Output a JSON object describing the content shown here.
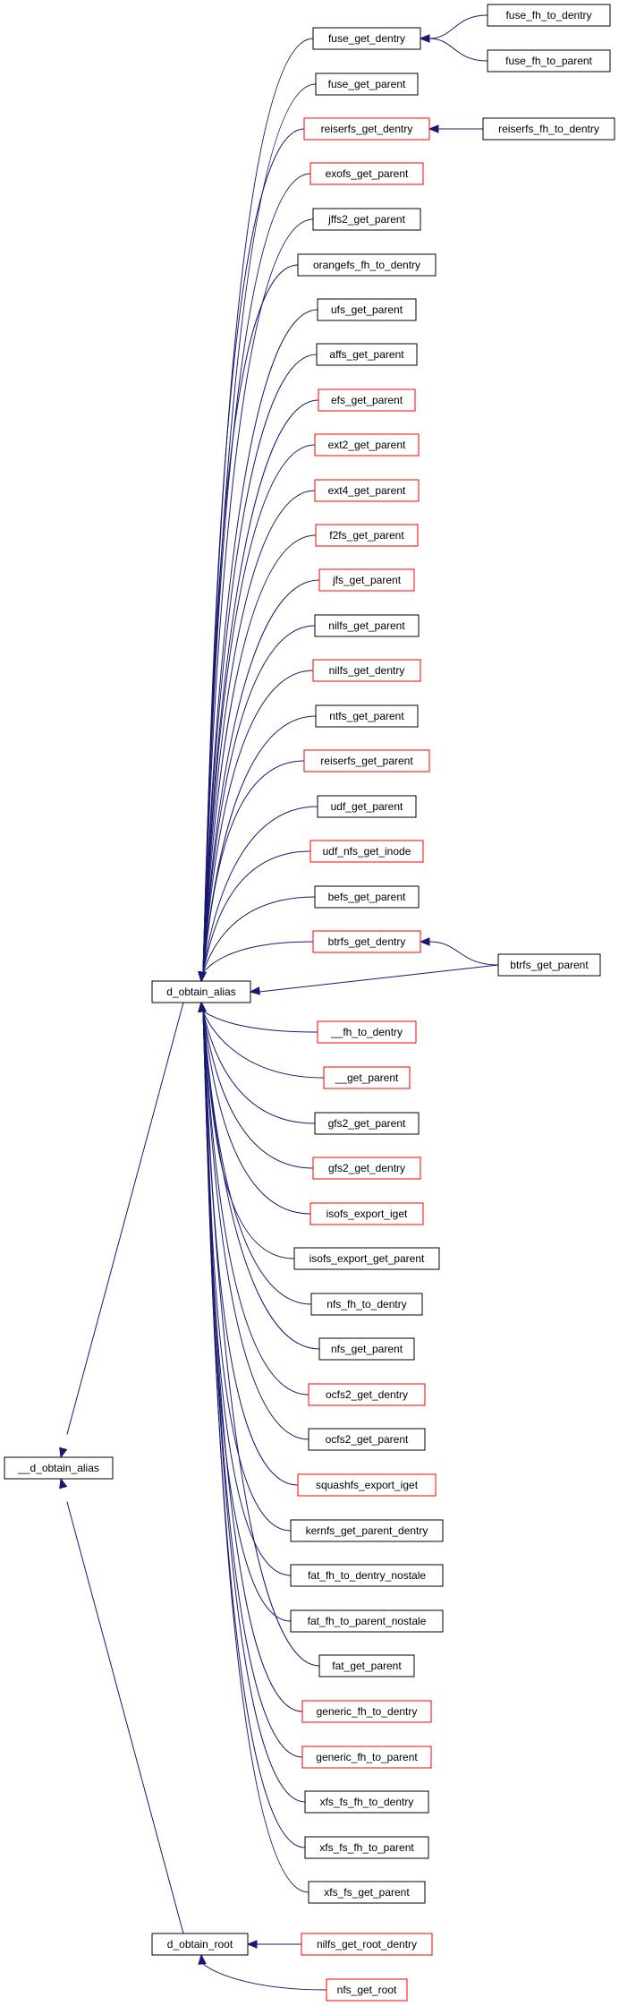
{
  "colors": {
    "edge": "#191970",
    "border_complete": "#000000",
    "border_incomplete": "#ff0000",
    "root_fill": "#bfbfbf"
  },
  "nodes": [
    {
      "id": "__d_obtain_alias",
      "label": "__d_obtain_alias",
      "style": "root"
    },
    {
      "id": "d_obtain_alias",
      "label": "d_obtain_alias",
      "style": "black"
    },
    {
      "id": "d_obtain_root",
      "label": "d_obtain_root",
      "style": "black"
    },
    {
      "id": "fuse_get_dentry",
      "label": "fuse_get_dentry",
      "style": "black"
    },
    {
      "id": "fuse_fh_to_dentry",
      "label": "fuse_fh_to_dentry",
      "style": "black"
    },
    {
      "id": "fuse_fh_to_parent",
      "label": "fuse_fh_to_parent",
      "style": "black"
    },
    {
      "id": "fuse_get_parent",
      "label": "fuse_get_parent",
      "style": "black"
    },
    {
      "id": "reiserfs_get_dentry",
      "label": "reiserfs_get_dentry",
      "style": "red"
    },
    {
      "id": "reiserfs_fh_to_dentry",
      "label": "reiserfs_fh_to_dentry",
      "style": "black"
    },
    {
      "id": "exofs_get_parent",
      "label": "exofs_get_parent",
      "style": "red"
    },
    {
      "id": "jffs2_get_parent",
      "label": "jffs2_get_parent",
      "style": "black"
    },
    {
      "id": "orangefs_fh_to_dentry",
      "label": "orangefs_fh_to_dentry",
      "style": "black"
    },
    {
      "id": "ufs_get_parent",
      "label": "ufs_get_parent",
      "style": "black"
    },
    {
      "id": "affs_get_parent",
      "label": "affs_get_parent",
      "style": "black"
    },
    {
      "id": "efs_get_parent",
      "label": "efs_get_parent",
      "style": "red"
    },
    {
      "id": "ext2_get_parent",
      "label": "ext2_get_parent",
      "style": "red"
    },
    {
      "id": "ext4_get_parent",
      "label": "ext4_get_parent",
      "style": "red"
    },
    {
      "id": "f2fs_get_parent",
      "label": "f2fs_get_parent",
      "style": "red"
    },
    {
      "id": "jfs_get_parent",
      "label": "jfs_get_parent",
      "style": "red"
    },
    {
      "id": "nilfs_get_parent",
      "label": "nilfs_get_parent",
      "style": "black"
    },
    {
      "id": "nilfs_get_dentry",
      "label": "nilfs_get_dentry",
      "style": "red"
    },
    {
      "id": "ntfs_get_parent",
      "label": "ntfs_get_parent",
      "style": "black"
    },
    {
      "id": "reiserfs_get_parent",
      "label": "reiserfs_get_parent",
      "style": "red"
    },
    {
      "id": "udf_get_parent",
      "label": "udf_get_parent",
      "style": "black"
    },
    {
      "id": "udf_nfs_get_inode",
      "label": "udf_nfs_get_inode",
      "style": "red"
    },
    {
      "id": "befs_get_parent",
      "label": "befs_get_parent",
      "style": "black"
    },
    {
      "id": "btrfs_get_dentry",
      "label": "btrfs_get_dentry",
      "style": "red"
    },
    {
      "id": "btrfs_get_parent",
      "label": "btrfs_get_parent",
      "style": "black"
    },
    {
      "id": "__fh_to_dentry",
      "label": "__fh_to_dentry",
      "style": "red"
    },
    {
      "id": "__get_parent",
      "label": "__get_parent",
      "style": "red"
    },
    {
      "id": "gfs2_get_parent",
      "label": "gfs2_get_parent",
      "style": "black"
    },
    {
      "id": "gfs2_get_dentry",
      "label": "gfs2_get_dentry",
      "style": "red"
    },
    {
      "id": "isofs_export_iget",
      "label": "isofs_export_iget",
      "style": "red"
    },
    {
      "id": "isofs_export_get_parent",
      "label": "isofs_export_get_parent",
      "style": "black"
    },
    {
      "id": "nfs_fh_to_dentry",
      "label": "nfs_fh_to_dentry",
      "style": "black"
    },
    {
      "id": "nfs_get_parent",
      "label": "nfs_get_parent",
      "style": "black"
    },
    {
      "id": "ocfs2_get_dentry",
      "label": "ocfs2_get_dentry",
      "style": "red"
    },
    {
      "id": "ocfs2_get_parent",
      "label": "ocfs2_get_parent",
      "style": "black"
    },
    {
      "id": "squashfs_export_iget",
      "label": "squashfs_export_iget",
      "style": "red"
    },
    {
      "id": "kernfs_get_parent_dentry",
      "label": "kernfs_get_parent_dentry",
      "style": "black"
    },
    {
      "id": "fat_fh_to_dentry_nostale",
      "label": "fat_fh_to_dentry_nostale",
      "style": "black"
    },
    {
      "id": "fat_fh_to_parent_nostale",
      "label": "fat_fh_to_parent_nostale",
      "style": "black"
    },
    {
      "id": "fat_get_parent",
      "label": "fat_get_parent",
      "style": "black"
    },
    {
      "id": "generic_fh_to_dentry",
      "label": "generic_fh_to_dentry",
      "style": "red"
    },
    {
      "id": "generic_fh_to_parent",
      "label": "generic_fh_to_parent",
      "style": "red"
    },
    {
      "id": "xfs_fs_fh_to_dentry",
      "label": "xfs_fs_fh_to_dentry",
      "style": "black"
    },
    {
      "id": "xfs_fs_fh_to_parent",
      "label": "xfs_fs_fh_to_parent",
      "style": "black"
    },
    {
      "id": "xfs_fs_get_parent",
      "label": "xfs_fs_get_parent",
      "style": "black"
    },
    {
      "id": "nilfs_get_root_dentry",
      "label": "nilfs_get_root_dentry",
      "style": "red"
    },
    {
      "id": "nfs_get_root",
      "label": "nfs_get_root",
      "style": "red"
    }
  ],
  "edges": [
    {
      "from": "d_obtain_alias",
      "to": "__d_obtain_alias"
    },
    {
      "from": "d_obtain_root",
      "to": "__d_obtain_alias"
    },
    {
      "from": "fuse_get_dentry",
      "to": "d_obtain_alias"
    },
    {
      "from": "fuse_get_parent",
      "to": "d_obtain_alias"
    },
    {
      "from": "reiserfs_get_dentry",
      "to": "d_obtain_alias"
    },
    {
      "from": "exofs_get_parent",
      "to": "d_obtain_alias"
    },
    {
      "from": "jffs2_get_parent",
      "to": "d_obtain_alias"
    },
    {
      "from": "orangefs_fh_to_dentry",
      "to": "d_obtain_alias"
    },
    {
      "from": "ufs_get_parent",
      "to": "d_obtain_alias"
    },
    {
      "from": "affs_get_parent",
      "to": "d_obtain_alias"
    },
    {
      "from": "efs_get_parent",
      "to": "d_obtain_alias"
    },
    {
      "from": "ext2_get_parent",
      "to": "d_obtain_alias"
    },
    {
      "from": "ext4_get_parent",
      "to": "d_obtain_alias"
    },
    {
      "from": "f2fs_get_parent",
      "to": "d_obtain_alias"
    },
    {
      "from": "jfs_get_parent",
      "to": "d_obtain_alias"
    },
    {
      "from": "nilfs_get_parent",
      "to": "d_obtain_alias"
    },
    {
      "from": "nilfs_get_dentry",
      "to": "d_obtain_alias"
    },
    {
      "from": "ntfs_get_parent",
      "to": "d_obtain_alias"
    },
    {
      "from": "reiserfs_get_parent",
      "to": "d_obtain_alias"
    },
    {
      "from": "udf_get_parent",
      "to": "d_obtain_alias"
    },
    {
      "from": "udf_nfs_get_inode",
      "to": "d_obtain_alias"
    },
    {
      "from": "befs_get_parent",
      "to": "d_obtain_alias"
    },
    {
      "from": "btrfs_get_dentry",
      "to": "d_obtain_alias"
    },
    {
      "from": "btrfs_get_parent",
      "to": "d_obtain_alias"
    },
    {
      "from": "__fh_to_dentry",
      "to": "d_obtain_alias"
    },
    {
      "from": "__get_parent",
      "to": "d_obtain_alias"
    },
    {
      "from": "gfs2_get_parent",
      "to": "d_obtain_alias"
    },
    {
      "from": "gfs2_get_dentry",
      "to": "d_obtain_alias"
    },
    {
      "from": "isofs_export_iget",
      "to": "d_obtain_alias"
    },
    {
      "from": "isofs_export_get_parent",
      "to": "d_obtain_alias"
    },
    {
      "from": "nfs_fh_to_dentry",
      "to": "d_obtain_alias"
    },
    {
      "from": "nfs_get_parent",
      "to": "d_obtain_alias"
    },
    {
      "from": "ocfs2_get_dentry",
      "to": "d_obtain_alias"
    },
    {
      "from": "ocfs2_get_parent",
      "to": "d_obtain_alias"
    },
    {
      "from": "squashfs_export_iget",
      "to": "d_obtain_alias"
    },
    {
      "from": "kernfs_get_parent_dentry",
      "to": "d_obtain_alias"
    },
    {
      "from": "fat_fh_to_dentry_nostale",
      "to": "d_obtain_alias"
    },
    {
      "from": "fat_fh_to_parent_nostale",
      "to": "d_obtain_alias"
    },
    {
      "from": "fat_get_parent",
      "to": "d_obtain_alias"
    },
    {
      "from": "generic_fh_to_dentry",
      "to": "d_obtain_alias"
    },
    {
      "from": "generic_fh_to_parent",
      "to": "d_obtain_alias"
    },
    {
      "from": "xfs_fs_fh_to_dentry",
      "to": "d_obtain_alias"
    },
    {
      "from": "xfs_fs_fh_to_parent",
      "to": "d_obtain_alias"
    },
    {
      "from": "xfs_fs_get_parent",
      "to": "d_obtain_alias"
    },
    {
      "from": "fuse_fh_to_dentry",
      "to": "fuse_get_dentry"
    },
    {
      "from": "fuse_fh_to_parent",
      "to": "fuse_get_dentry"
    },
    {
      "from": "reiserfs_fh_to_dentry",
      "to": "reiserfs_get_dentry"
    },
    {
      "from": "btrfs_get_parent",
      "to": "btrfs_get_dentry"
    },
    {
      "from": "nilfs_get_root_dentry",
      "to": "d_obtain_root"
    },
    {
      "from": "nfs_get_root",
      "to": "d_obtain_root"
    }
  ]
}
